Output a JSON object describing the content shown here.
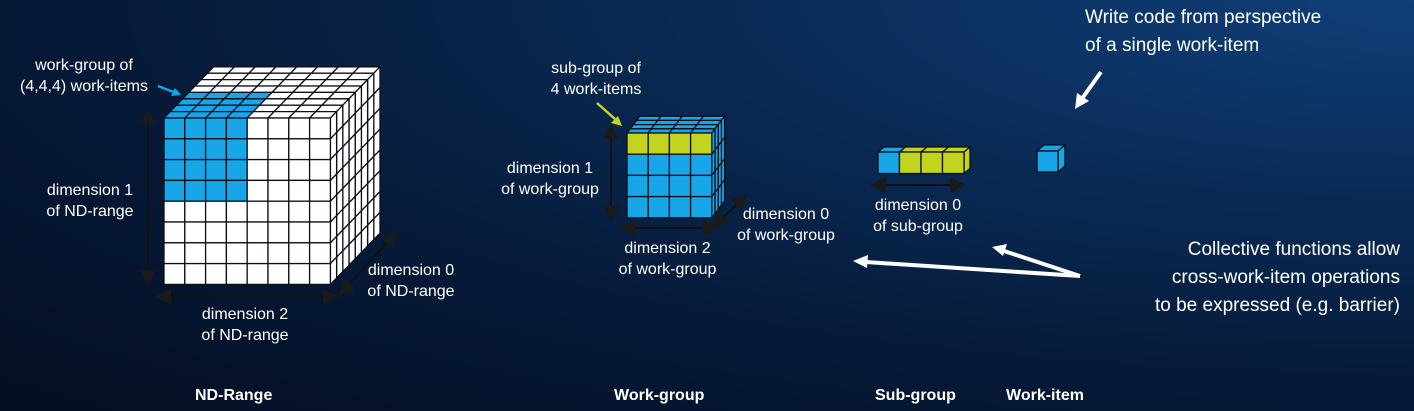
{
  "colors": {
    "blue": "#17a6e8",
    "yellow": "#c3d420",
    "white": "#ffffff",
    "edge": "#0a0f1a",
    "arrow_blue": "#18a4e4",
    "arrow_yellow": "#c6d52a"
  },
  "nd_range": {
    "workgroup_label": "work-group of\n(4,4,4) work-items",
    "dim1": "dimension 1\nof ND-range",
    "dim0": "dimension 0\nof ND-range",
    "dim2": "dimension 2\nof ND-range",
    "caption": "ND-Range"
  },
  "work_group": {
    "subgroup_label": "sub-group of\n4 work-items",
    "dim1": "dimension 1\nof work-group",
    "dim0": "dimension 0\nof work-group",
    "dim2": "dimension 2\nof work-group",
    "caption": "Work-group"
  },
  "sub_group": {
    "dim0": "dimension 0\nof sub-group",
    "caption": "Sub-group"
  },
  "work_item": {
    "caption": "Work-item"
  },
  "notes": {
    "perspective": "Write code from perspective\nof a single work-item",
    "collective": "Collective functions allow\ncross-work-item operations\nto be expressed (e.g. barrier)"
  }
}
